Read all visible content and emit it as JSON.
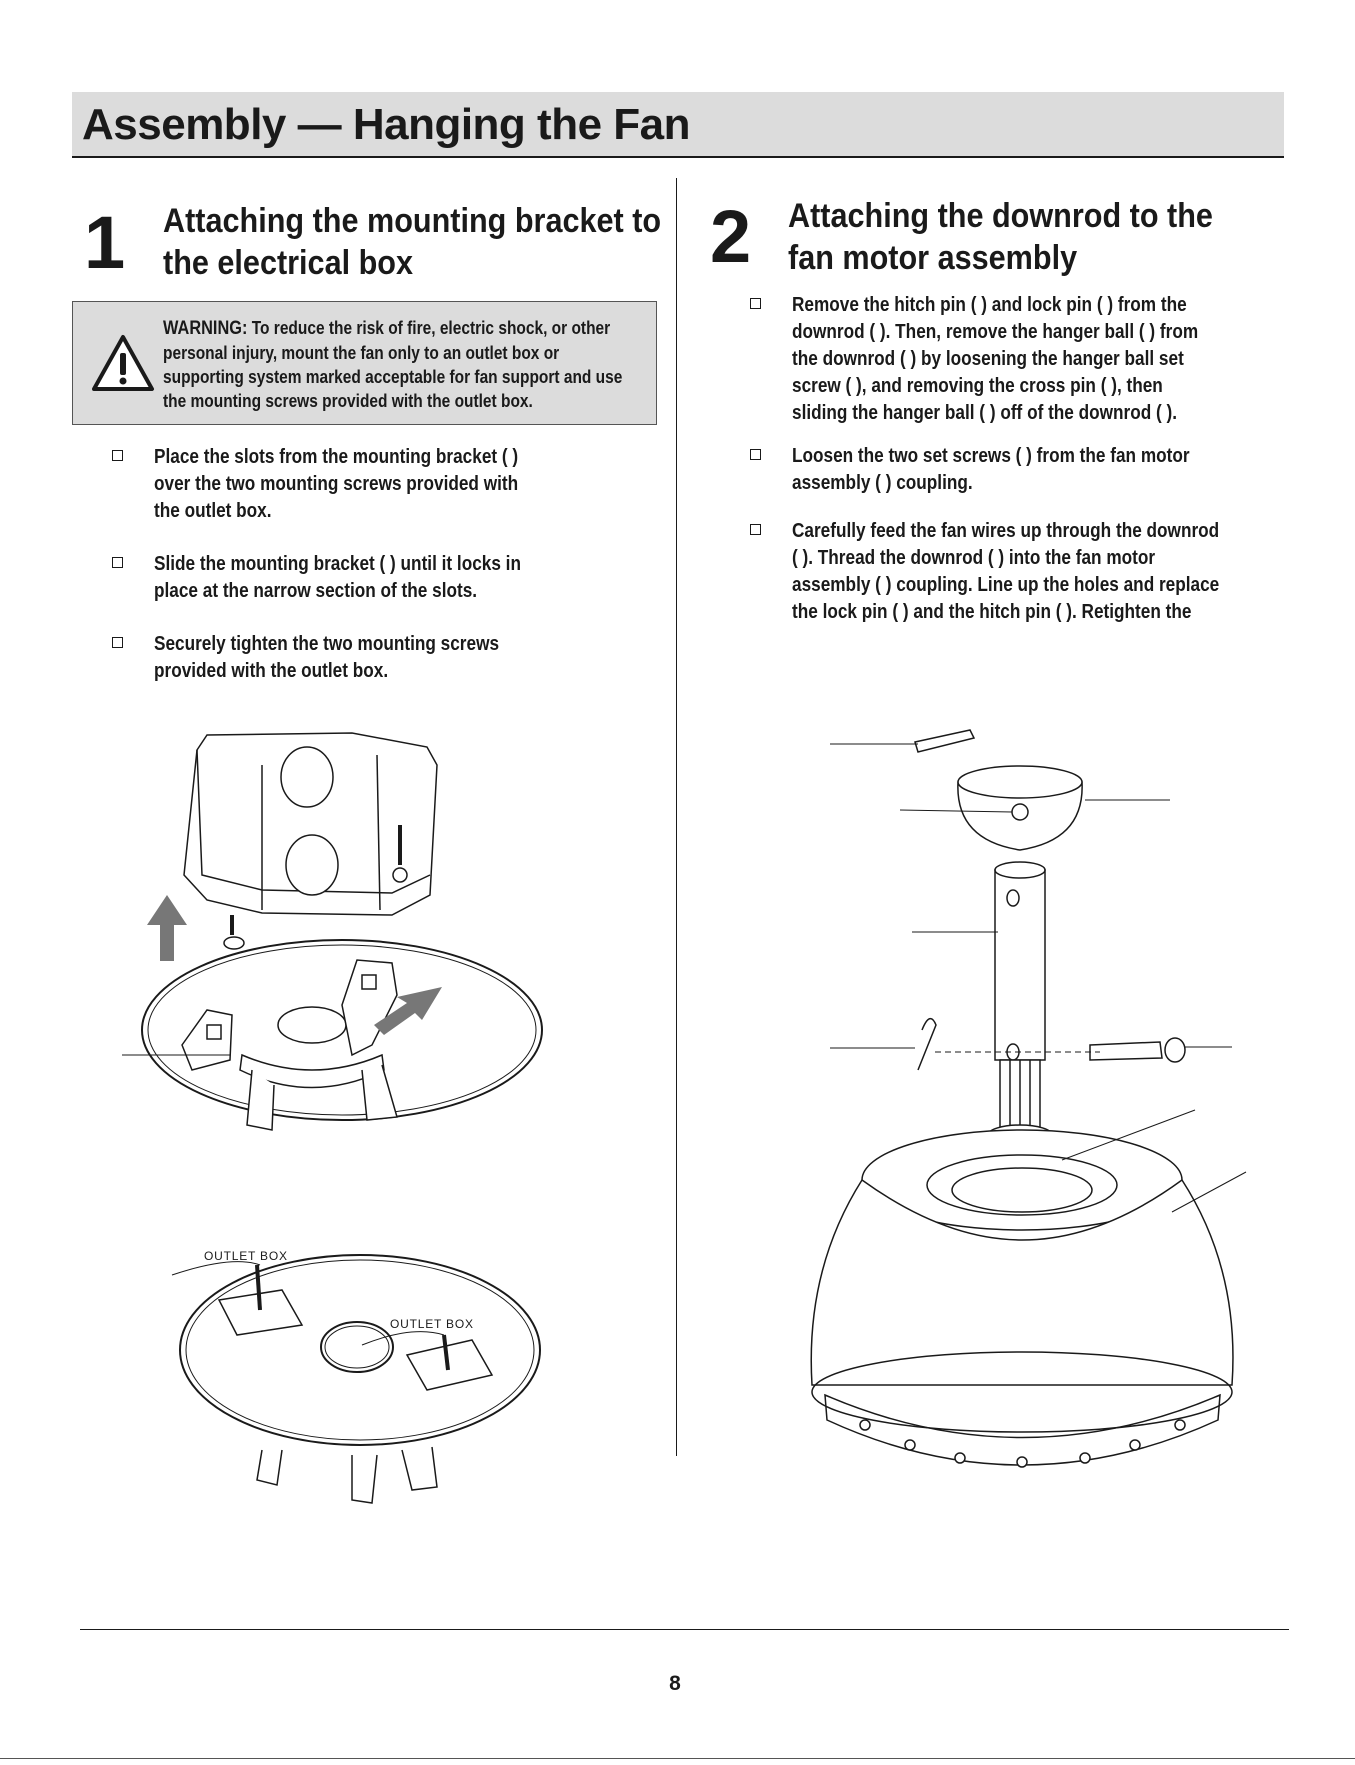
{
  "header": {
    "title": "Assembly — Hanging the Fan"
  },
  "step1": {
    "number": "1",
    "title_line1": "Attaching the mounting bracket to",
    "title_line2": "the electrical box",
    "warning_label": "WARNING:",
    "warning_text": "To reduce the risk of fire, electric shock, or other personal injury, mount the fan only to an outlet box or supporting system marked acceptable for fan support and use the mounting screws provided with the outlet box.",
    "items": [
      {
        "text": "Place the slots from the mounting bracket ( ) over the two mounting screws provided with the outlet box."
      },
      {
        "text": "Slide the mounting bracket ( ) until it locks in place at the narrow section of the slots."
      },
      {
        "text": "Securely tighten the two mounting screws provided with the outlet box."
      }
    ],
    "outlet_label_1": "OUTLET BOX",
    "outlet_label_2": "OUTLET BOX"
  },
  "step2": {
    "number": "2",
    "title_line1": "Attaching the downrod to the",
    "title_line2": "fan motor assembly",
    "items": [
      {
        "text": "Remove the hitch pin (    ) and lock pin (    ) from the downrod ( ). Then, remove the hanger ball ( ) from the downrod ( ) by loosening the hanger ball set screw (    ), and removing the cross pin (    ), then sliding the hanger ball ( ) off of the downrod ( )."
      },
      {
        "text": "Loosen the two set screws ( ) from the fan motor assembly ( ) coupling."
      },
      {
        "text": "Carefully feed the fan wires up through the downrod ( ). Thread the downrod ( ) into the fan motor assembly ( ) coupling. Line up the holes and replace the lock pin (    ) and the hitch pin (    ). Retighten the"
      }
    ]
  },
  "footer": {
    "page_number": "8"
  }
}
